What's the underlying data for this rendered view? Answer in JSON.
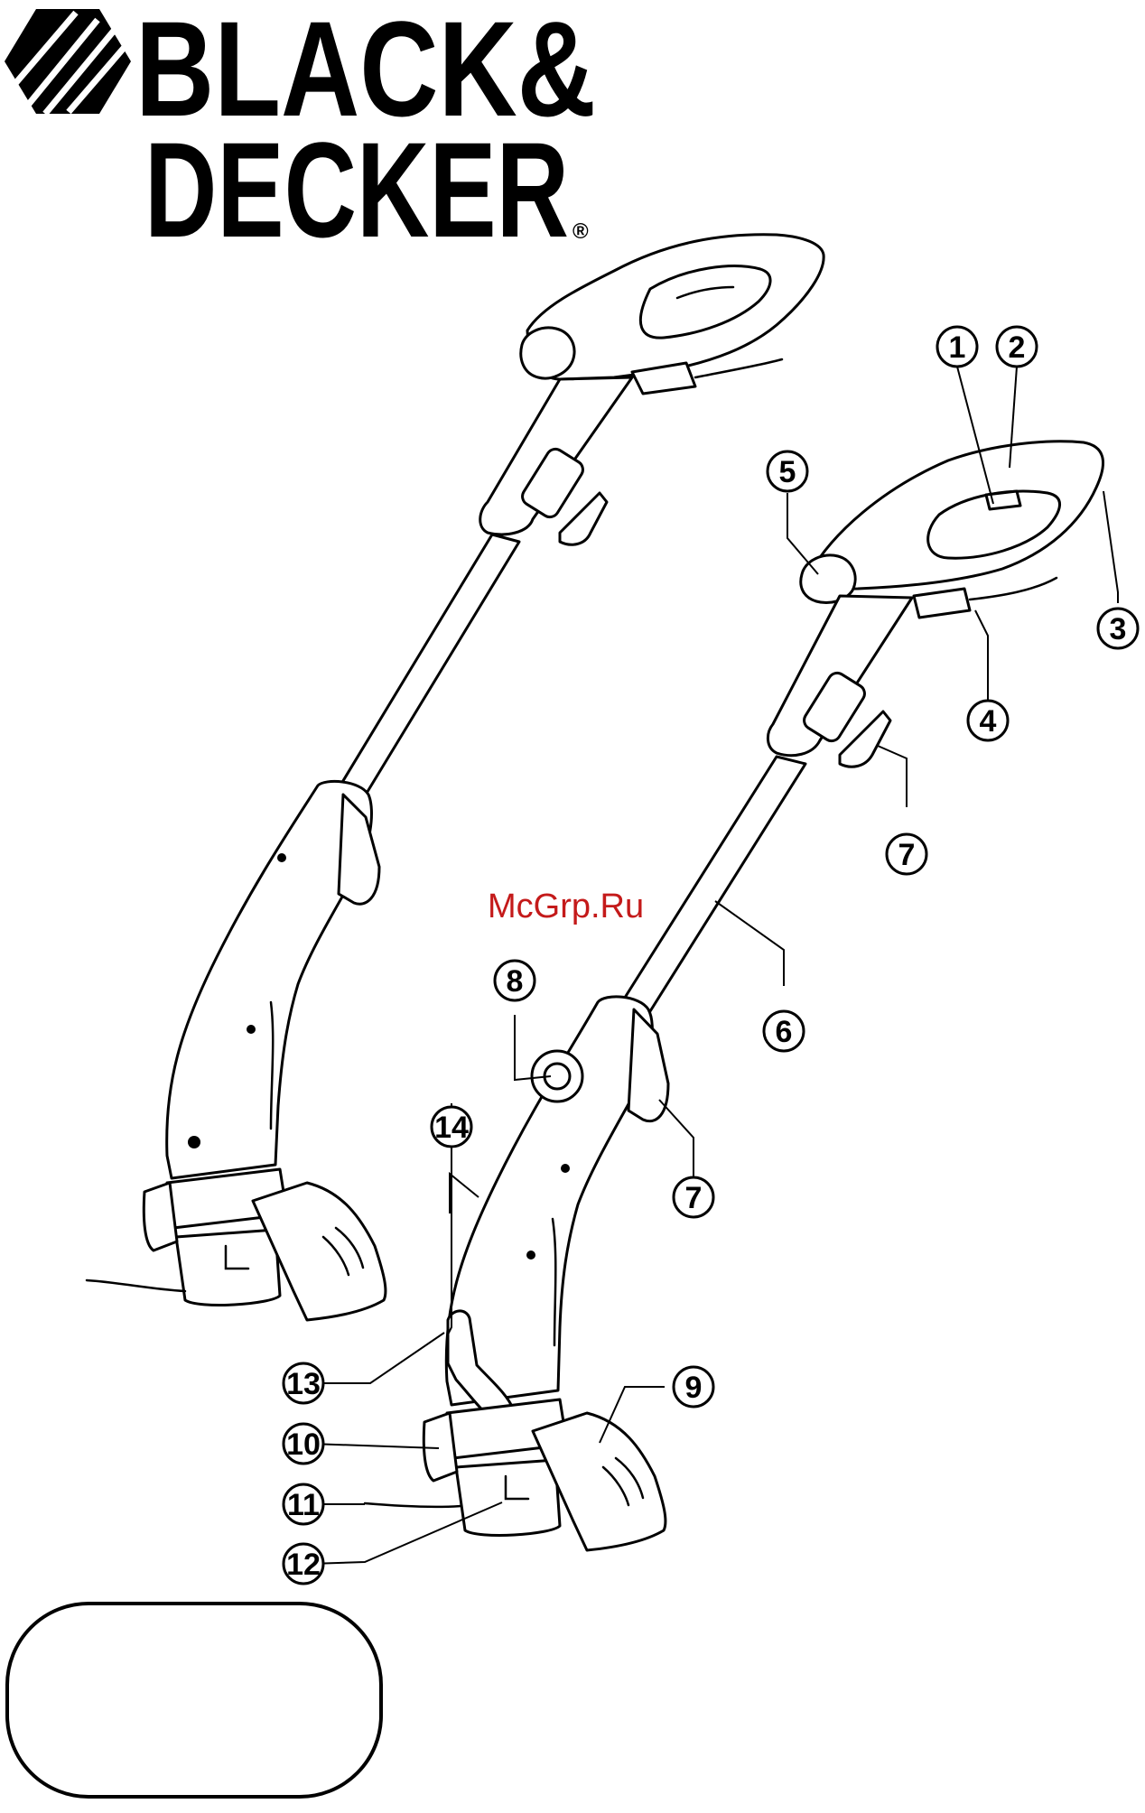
{
  "logo": {
    "line1": "BLACK&",
    "line2": "DECKER",
    "registered": "®"
  },
  "watermark": "McGrp.Ru",
  "callouts": [
    {
      "id": "c1",
      "label": "1"
    },
    {
      "id": "c2",
      "label": "2"
    },
    {
      "id": "c3",
      "label": "3"
    },
    {
      "id": "c4",
      "label": "4"
    },
    {
      "id": "c5",
      "label": "5"
    },
    {
      "id": "c6",
      "label": "6"
    },
    {
      "id": "c7a",
      "label": "7"
    },
    {
      "id": "c7b",
      "label": "7"
    },
    {
      "id": "c8",
      "label": "8"
    },
    {
      "id": "c9",
      "label": "9"
    },
    {
      "id": "c10",
      "label": "10"
    },
    {
      "id": "c11",
      "label": "11"
    },
    {
      "id": "c12",
      "label": "12"
    },
    {
      "id": "c13",
      "label": "13"
    },
    {
      "id": "c14",
      "label": "14"
    }
  ]
}
